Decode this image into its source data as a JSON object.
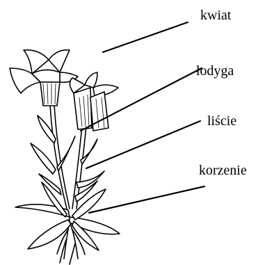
{
  "labels": {
    "flower": "kwiat",
    "stem": "łodyga",
    "leaves": "liście",
    "roots": "korzenie"
  }
}
